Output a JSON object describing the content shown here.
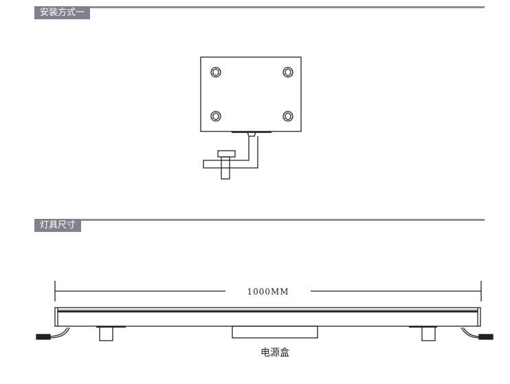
{
  "sections": [
    {
      "title": "安装方式一"
    },
    {
      "title": "灯具尺寸"
    }
  ],
  "dimension": {
    "length_label": "1000MM"
  },
  "labels": {
    "power_box": "电源盒"
  },
  "colors": {
    "header_bar": "#7f828c",
    "header_line": "#8d8f96",
    "stroke": "#231f20"
  }
}
